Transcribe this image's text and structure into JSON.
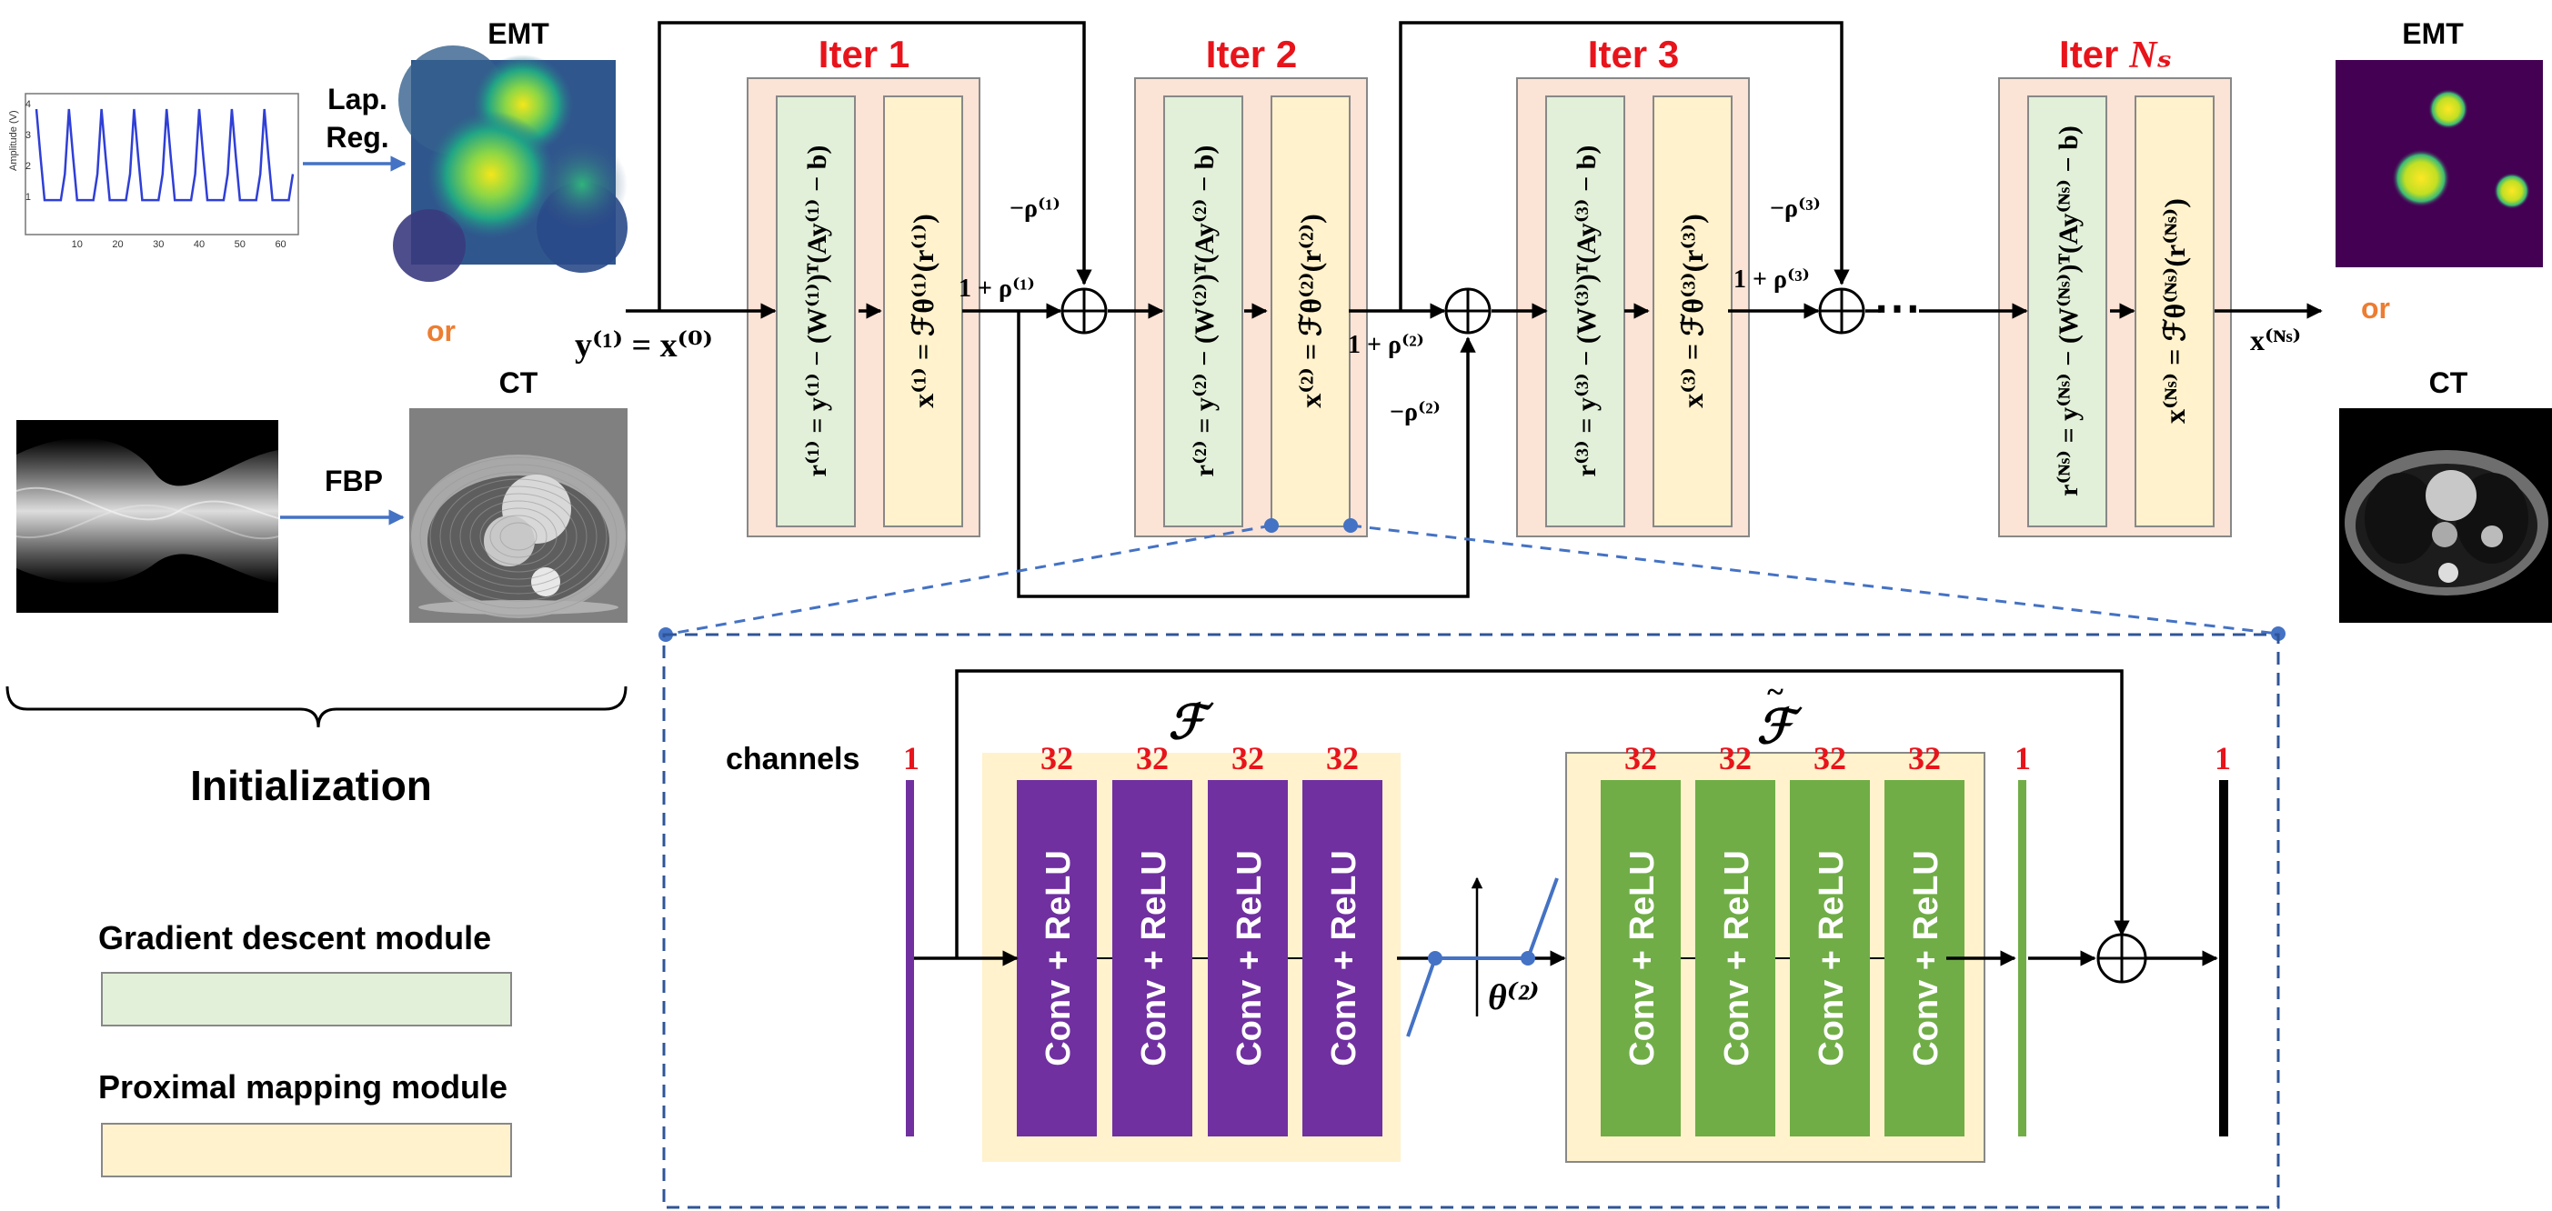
{
  "colors": {
    "iter_bg": "#FBE3D6",
    "grad_bg": "#E2F0D9",
    "prox_bg": "#FFF2CC",
    "red": "#E8141B",
    "orange": "#ED7D31",
    "blue": "#4472C4",
    "purple": "#7030A0",
    "green": "#70AD47"
  },
  "init": {
    "emt_label": "EMT",
    "ct_label": "CT",
    "or_label": "or",
    "lap_reg_1": "Lap.",
    "lap_reg_2": "Reg.",
    "fbp": "FBP",
    "title": "Initialization",
    "plot_ylabel": "Amplitude (V)",
    "plot_ticks_x": [
      "10",
      "20",
      "30",
      "40",
      "50",
      "60"
    ],
    "plot_ticks_y": [
      "1",
      "2",
      "3",
      "4"
    ]
  },
  "legend": {
    "gradient": "Gradient descent module",
    "proximal": "Proximal mapping module"
  },
  "iterations": [
    {
      "title": "Iter 1",
      "r_eq": "r⁽¹⁾ = y⁽¹⁾ − (W⁽¹⁾)ᵀ(Ay⁽¹⁾ − b)",
      "x_eq": "x⁽¹⁾ = ℱθ⁽¹⁾(r⁽¹⁾)"
    },
    {
      "title": "Iter 2",
      "r_eq": "r⁽²⁾ = y⁽²⁾ − (W⁽²⁾)ᵀ(Ay⁽²⁾ − b)",
      "x_eq": "x⁽²⁾ = ℱθ⁽²⁾(r⁽²⁾)"
    },
    {
      "title": "Iter 3",
      "r_eq": "r⁽³⁾ = y⁽³⁾ − (W⁽³⁾)ᵀ(Ay⁽³⁾ − b)",
      "x_eq": "x⁽³⁾ = ℱθ⁽³⁾(r⁽³⁾)"
    },
    {
      "title": "Iter ",
      "title_italic": "Nₛ",
      "r_eq": "r⁽ᴺˢ⁾ = y⁽ᴺˢ⁾ − (W⁽ᴺˢ⁾)ᵀ(Ay⁽ᴺˢ⁾ − b)",
      "x_eq": "x⁽ᴺˢ⁾ = ℱθ⁽ᴺˢ⁾(r⁽ᴺˢ⁾)"
    }
  ],
  "flow": {
    "input": "y⁽¹⁾ = x⁽⁰⁾",
    "output": "x⁽ᴺˢ⁾",
    "neg_rho_1": "−ρ⁽¹⁾",
    "pos_rho_1": "1 + ρ⁽¹⁾",
    "neg_rho_2": "−ρ⁽²⁾",
    "pos_rho_2": "1 + ρ⁽²⁾",
    "neg_rho_3": "−ρ⁽³⁾",
    "pos_rho_3": "1 + ρ⁽³⁾",
    "dots": "⋯"
  },
  "output": {
    "emt_label": "EMT",
    "ct_label": "CT",
    "or_label": "or"
  },
  "detail": {
    "channels_label": "channels",
    "f_label": "ℱ",
    "f_tilde_label": "ℱ",
    "tilde": "~",
    "theta": "θ⁽²⁾",
    "ch_in": "1",
    "ch_out_f": "1",
    "ch_out": "1",
    "f_channels": [
      "32",
      "32",
      "32",
      "32"
    ],
    "ft_channels": [
      "32",
      "32",
      "32",
      "32"
    ],
    "conv_label": "Conv + ReLU"
  }
}
